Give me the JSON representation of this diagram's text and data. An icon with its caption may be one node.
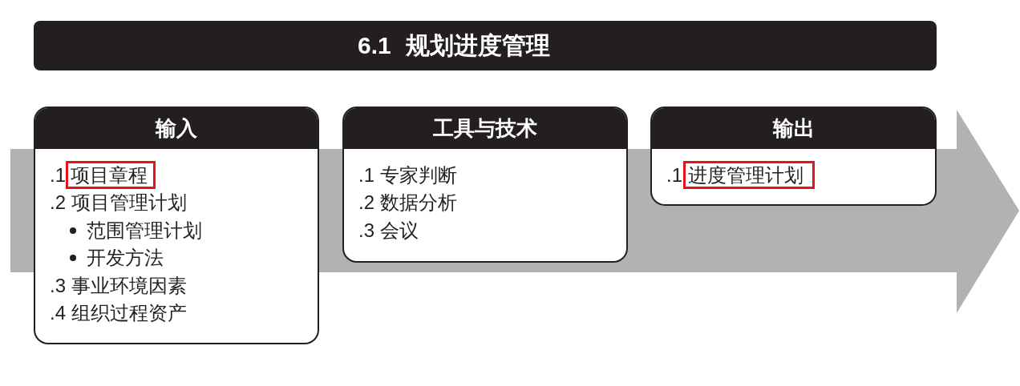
{
  "diagram": {
    "title": "6.1 规划进度管理",
    "nodes": [
      {
        "text": [
          "输入",
          ".1",
          ".2 项目管理计划",
          "范围管理计划",
          "开发方法",
          ".3 事业环境因素",
          ".4 组织过程资产"
        ]
      },
      {
        "text": [
          "项目章程"
        ],
        "in": 0
      },
      {
        "text": [
          "工具与技术",
          ".1 专家判断",
          ".2 数据分析",
          ".3 会议"
        ]
      },
      {
        "text": [
          "输出",
          ".1"
        ]
      },
      {
        "text": [
          "进度管理计划"
        ],
        "in": 3
      }
    ]
  }
}
